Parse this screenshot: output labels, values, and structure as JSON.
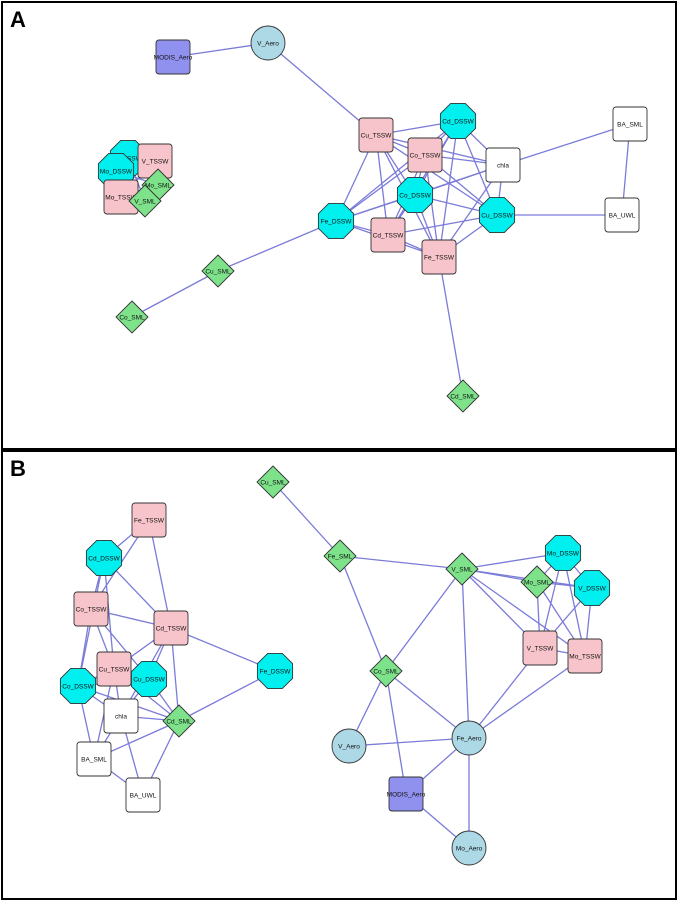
{
  "colors": {
    "edge": "#7b7bd9",
    "square_pink": "#f7c4cb",
    "octagon_cyan": "#00f0f0",
    "diamond_green": "#7de28a",
    "circle_lightblue": "#add8e6",
    "square_white": "#ffffff",
    "square_purple": "#9090ee"
  },
  "panels": [
    {
      "id": "A",
      "label": "A",
      "nodes": [
        {
          "id": "modis_aero",
          "label": "MODIS_Aero",
          "shape": "square",
          "color": "square_purple"
        },
        {
          "id": "v_aero",
          "label": "V_Aero",
          "shape": "circle",
          "color": "circle_lightblue"
        },
        {
          "id": "v_dssw",
          "label": "V_DSSW",
          "shape": "octagon",
          "color": "octagon_cyan"
        },
        {
          "id": "v_tssw",
          "label": "V_TSSW",
          "shape": "square",
          "color": "square_pink"
        },
        {
          "id": "mo_dssw",
          "label": "Mo_DSSW",
          "shape": "octagon",
          "color": "octagon_cyan"
        },
        {
          "id": "mo_sml",
          "label": "Mo_SML",
          "shape": "diamond",
          "color": "diamond_green"
        },
        {
          "id": "mo_tssw",
          "label": "Mo_TSSW",
          "shape": "square",
          "color": "square_pink"
        },
        {
          "id": "v_sml",
          "label": "V_SML",
          "shape": "diamond",
          "color": "diamond_green"
        },
        {
          "id": "cu_tssw",
          "label": "Cu_TSSW",
          "shape": "square",
          "color": "square_pink"
        },
        {
          "id": "cd_dssw",
          "label": "Cd_DSSW",
          "shape": "octagon",
          "color": "octagon_cyan"
        },
        {
          "id": "co_tssw",
          "label": "Co_TSSW",
          "shape": "square",
          "color": "square_pink"
        },
        {
          "id": "chla",
          "label": "chla",
          "shape": "square",
          "color": "square_white"
        },
        {
          "id": "ba_sml",
          "label": "BA_SML",
          "shape": "square",
          "color": "square_white"
        },
        {
          "id": "co_dssw",
          "label": "Co_DSSW",
          "shape": "octagon",
          "color": "octagon_cyan"
        },
        {
          "id": "fe_dssw",
          "label": "Fe_DSSW",
          "shape": "octagon",
          "color": "octagon_cyan"
        },
        {
          "id": "cu_dssw",
          "label": "Cu_DSSW",
          "shape": "octagon",
          "color": "octagon_cyan"
        },
        {
          "id": "ba_uwl",
          "label": "BA_UWL",
          "shape": "square",
          "color": "square_white"
        },
        {
          "id": "cd_tssw",
          "label": "Cd_TSSW",
          "shape": "square",
          "color": "square_pink"
        },
        {
          "id": "fe_tssw",
          "label": "Fe_TSSW",
          "shape": "square",
          "color": "square_pink"
        },
        {
          "id": "cu_sml",
          "label": "Cu_SML",
          "shape": "diamond",
          "color": "diamond_green"
        },
        {
          "id": "co_sml",
          "label": "Co_SML",
          "shape": "diamond",
          "color": "diamond_green"
        },
        {
          "id": "cd_sml",
          "label": "Cd_SML",
          "shape": "diamond",
          "color": "diamond_green"
        }
      ],
      "edges": [
        [
          "modis_aero",
          "v_aero"
        ],
        [
          "v_aero",
          "cu_tssw"
        ],
        [
          "v_dssw",
          "v_tssw"
        ],
        [
          "v_dssw",
          "mo_dssw"
        ],
        [
          "v_dssw",
          "mo_tssw"
        ],
        [
          "v_dssw",
          "mo_sml"
        ],
        [
          "v_dssw",
          "v_sml"
        ],
        [
          "v_tssw",
          "mo_dssw"
        ],
        [
          "v_tssw",
          "mo_sml"
        ],
        [
          "v_tssw",
          "mo_tssw"
        ],
        [
          "v_tssw",
          "v_sml"
        ],
        [
          "mo_dssw",
          "mo_tssw"
        ],
        [
          "mo_dssw",
          "mo_sml"
        ],
        [
          "mo_dssw",
          "v_sml"
        ],
        [
          "mo_tssw",
          "mo_sml"
        ],
        [
          "mo_tssw",
          "v_sml"
        ],
        [
          "mo_sml",
          "v_sml"
        ],
        [
          "cu_tssw",
          "cd_dssw"
        ],
        [
          "cu_tssw",
          "co_tssw"
        ],
        [
          "cu_tssw",
          "co_dssw"
        ],
        [
          "cu_tssw",
          "fe_dssw"
        ],
        [
          "cu_tssw",
          "cd_tssw"
        ],
        [
          "cu_tssw",
          "fe_tssw"
        ],
        [
          "cu_tssw",
          "cu_dssw"
        ],
        [
          "cu_tssw",
          "chla"
        ],
        [
          "cd_dssw",
          "co_tssw"
        ],
        [
          "cd_dssw",
          "chla"
        ],
        [
          "cd_dssw",
          "co_dssw"
        ],
        [
          "cd_dssw",
          "cu_dssw"
        ],
        [
          "cd_dssw",
          "fe_tssw"
        ],
        [
          "cd_dssw",
          "cd_tssw"
        ],
        [
          "cd_dssw",
          "fe_dssw"
        ],
        [
          "co_tssw",
          "chla"
        ],
        [
          "co_tssw",
          "co_dssw"
        ],
        [
          "co_tssw",
          "cu_dssw"
        ],
        [
          "co_tssw",
          "fe_tssw"
        ],
        [
          "co_tssw",
          "cd_tssw"
        ],
        [
          "co_tssw",
          "fe_dssw"
        ],
        [
          "chla",
          "ba_sml"
        ],
        [
          "chla",
          "cu_dssw"
        ],
        [
          "chla",
          "fe_tssw"
        ],
        [
          "chla",
          "co_dssw"
        ],
        [
          "chla",
          "fe_dssw"
        ],
        [
          "ba_sml",
          "ba_uwl"
        ],
        [
          "cu_dssw",
          "ba_uwl"
        ],
        [
          "co_dssw",
          "fe_dssw"
        ],
        [
          "co_dssw",
          "cd_tssw"
        ],
        [
          "co_dssw",
          "fe_tssw"
        ],
        [
          "co_dssw",
          "cu_dssw"
        ],
        [
          "fe_dssw",
          "cd_tssw"
        ],
        [
          "fe_dssw",
          "fe_tssw"
        ],
        [
          "fe_dssw",
          "cu_sml"
        ],
        [
          "cd_tssw",
          "fe_tssw"
        ],
        [
          "cd_tssw",
          "cu_dssw"
        ],
        [
          "fe_tssw",
          "cu_dssw"
        ],
        [
          "fe_tssw",
          "cd_sml"
        ],
        [
          "cu_sml",
          "co_sml"
        ]
      ]
    },
    {
      "id": "B",
      "label": "B",
      "nodes": [
        {
          "id": "cu_sml",
          "label": "Cu_SML",
          "shape": "diamond",
          "color": "diamond_green"
        },
        {
          "id": "fe_tssw",
          "label": "Fe_TSSW",
          "shape": "square",
          "color": "square_pink"
        },
        {
          "id": "cd_dssw",
          "label": "Cd_DSSW",
          "shape": "octagon",
          "color": "octagon_cyan"
        },
        {
          "id": "fe_sml",
          "label": "Fe_SML",
          "shape": "diamond",
          "color": "diamond_green"
        },
        {
          "id": "v_sml",
          "label": "V_SML",
          "shape": "diamond",
          "color": "diamond_green"
        },
        {
          "id": "mo_dssw",
          "label": "Mo_DSSW",
          "shape": "octagon",
          "color": "octagon_cyan"
        },
        {
          "id": "mo_sml",
          "label": "Mo_SML",
          "shape": "diamond",
          "color": "diamond_green"
        },
        {
          "id": "v_dssw",
          "label": "V_DSSW",
          "shape": "octagon",
          "color": "octagon_cyan"
        },
        {
          "id": "co_tssw",
          "label": "Co_TSSW",
          "shape": "square",
          "color": "square_pink"
        },
        {
          "id": "cd_tssw",
          "label": "Cd_TSSW",
          "shape": "square",
          "color": "square_pink"
        },
        {
          "id": "v_tssw",
          "label": "V_TSSW",
          "shape": "square",
          "color": "square_pink"
        },
        {
          "id": "mo_tssw",
          "label": "Mo_TSSW",
          "shape": "square",
          "color": "square_pink"
        },
        {
          "id": "cu_tssw",
          "label": "Cu_TSSW",
          "shape": "square",
          "color": "square_pink"
        },
        {
          "id": "fe_dssw",
          "label": "Fe_DSSW",
          "shape": "octagon",
          "color": "octagon_cyan"
        },
        {
          "id": "co_sml",
          "label": "Co_SML",
          "shape": "diamond",
          "color": "diamond_green"
        },
        {
          "id": "co_dssw",
          "label": "Co_DSSW",
          "shape": "octagon",
          "color": "octagon_cyan"
        },
        {
          "id": "cu_dssw",
          "label": "Cu_DSSW",
          "shape": "octagon",
          "color": "octagon_cyan"
        },
        {
          "id": "chla",
          "label": "chla",
          "shape": "square",
          "color": "square_white"
        },
        {
          "id": "cd_sml",
          "label": "Cd_SML",
          "shape": "diamond",
          "color": "diamond_green"
        },
        {
          "id": "fe_aero",
          "label": "Fe_Aero",
          "shape": "circle",
          "color": "circle_lightblue"
        },
        {
          "id": "v_aero",
          "label": "V_Aero",
          "shape": "circle",
          "color": "circle_lightblue"
        },
        {
          "id": "ba_sml",
          "label": "BA_SML",
          "shape": "square",
          "color": "square_white"
        },
        {
          "id": "ba_uwl",
          "label": "BA_UWL",
          "shape": "square",
          "color": "square_white"
        },
        {
          "id": "modis_aero",
          "label": "MODIS_Aero",
          "shape": "square",
          "color": "square_purple"
        },
        {
          "id": "mo_aero",
          "label": "Mo_Aero",
          "shape": "circle",
          "color": "circle_lightblue"
        }
      ],
      "edges": [
        [
          "cu_sml",
          "fe_sml"
        ],
        [
          "fe_sml",
          "v_sml"
        ],
        [
          "fe_sml",
          "co_sml"
        ],
        [
          "v_sml",
          "mo_dssw"
        ],
        [
          "v_sml",
          "mo_sml"
        ],
        [
          "v_sml",
          "v_dssw"
        ],
        [
          "v_sml",
          "v_tssw"
        ],
        [
          "v_sml",
          "mo_tssw"
        ],
        [
          "v_sml",
          "co_sml"
        ],
        [
          "mo_dssw",
          "mo_sml"
        ],
        [
          "mo_dssw",
          "v_dssw"
        ],
        [
          "mo_dssw",
          "v_tssw"
        ],
        [
          "mo_dssw",
          "mo_tssw"
        ],
        [
          "mo_sml",
          "v_dssw"
        ],
        [
          "mo_sml",
          "v_tssw"
        ],
        [
          "mo_sml",
          "mo_tssw"
        ],
        [
          "v_dssw",
          "v_tssw"
        ],
        [
          "v_dssw",
          "mo_tssw"
        ],
        [
          "v_tssw",
          "mo_tssw"
        ],
        [
          "v_tssw",
          "fe_aero"
        ],
        [
          "mo_tssw",
          "fe_aero"
        ],
        [
          "v_sml",
          "fe_aero"
        ],
        [
          "co_sml",
          "v_aero"
        ],
        [
          "co_sml",
          "modis_aero"
        ],
        [
          "co_sml",
          "fe_aero"
        ],
        [
          "fe_aero",
          "v_aero"
        ],
        [
          "fe_aero",
          "modis_aero"
        ],
        [
          "fe_aero",
          "mo_aero"
        ],
        [
          "modis_aero",
          "mo_aero"
        ],
        [
          "fe_tssw",
          "cd_dssw"
        ],
        [
          "fe_tssw",
          "cd_tssw"
        ],
        [
          "fe_tssw",
          "co_tssw"
        ],
        [
          "cd_dssw",
          "co_tssw"
        ],
        [
          "cd_dssw",
          "cd_tssw"
        ],
        [
          "cd_dssw",
          "cu_tssw"
        ],
        [
          "cd_dssw",
          "co_dssw"
        ],
        [
          "co_tssw",
          "cu_tssw"
        ],
        [
          "co_tssw",
          "co_dssw"
        ],
        [
          "co_tssw",
          "cd_tssw"
        ],
        [
          "co_tssw",
          "cu_dssw"
        ],
        [
          "cd_tssw",
          "fe_dssw"
        ],
        [
          "cd_tssw",
          "cu_tssw"
        ],
        [
          "cd_tssw",
          "cu_dssw"
        ],
        [
          "cd_tssw",
          "cd_sml"
        ],
        [
          "cd_tssw",
          "chla"
        ],
        [
          "cu_tssw",
          "co_dssw"
        ],
        [
          "cu_tssw",
          "cu_dssw"
        ],
        [
          "cu_tssw",
          "chla"
        ],
        [
          "cu_tssw",
          "cd_sml"
        ],
        [
          "cu_tssw",
          "ba_sml"
        ],
        [
          "co_dssw",
          "chla"
        ],
        [
          "co_dssw",
          "cu_dssw"
        ],
        [
          "co_dssw",
          "cd_sml"
        ],
        [
          "co_dssw",
          "ba_sml"
        ],
        [
          "cu_dssw",
          "chla"
        ],
        [
          "cu_dssw",
          "cd_sml"
        ],
        [
          "chla",
          "cd_sml"
        ],
        [
          "chla",
          "ba_sml"
        ],
        [
          "chla",
          "ba_uwl"
        ],
        [
          "cd_sml",
          "fe_dssw"
        ],
        [
          "cd_sml",
          "ba_sml"
        ],
        [
          "cd_sml",
          "ba_uwl"
        ],
        [
          "ba_sml",
          "ba_uwl"
        ]
      ]
    }
  ]
}
